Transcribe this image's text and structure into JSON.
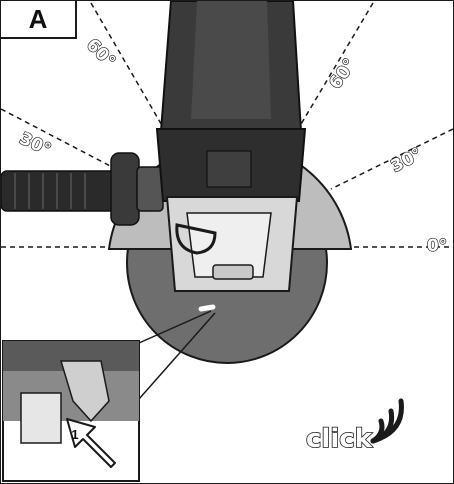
{
  "figure": {
    "label": "A",
    "angles": {
      "left_60": "60°",
      "right_60": "60°",
      "left_30": "30°",
      "right_30": "30°",
      "zero": "0°"
    },
    "inset_step": "1",
    "click_text": "click",
    "icons": [
      "sound-waves-icon",
      "press-arrow-icon"
    ],
    "colors": {
      "outline": "#1a1a1a",
      "housing_dark": "#3a3a3a",
      "guard_gray": "#bdbdbd",
      "disc_gray": "#6e6e6e",
      "handle_dark": "#2a2a2a"
    }
  }
}
